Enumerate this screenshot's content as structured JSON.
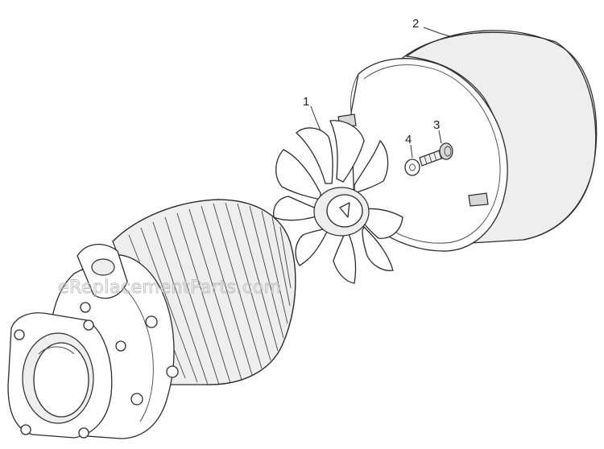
{
  "callouts": [
    {
      "label": "1",
      "part": "fan"
    },
    {
      "label": "2",
      "part": "fan-cover"
    },
    {
      "label": "3",
      "part": "screw"
    },
    {
      "label": "4",
      "part": "washer"
    }
  ],
  "watermark": "eReplacementParts.com"
}
